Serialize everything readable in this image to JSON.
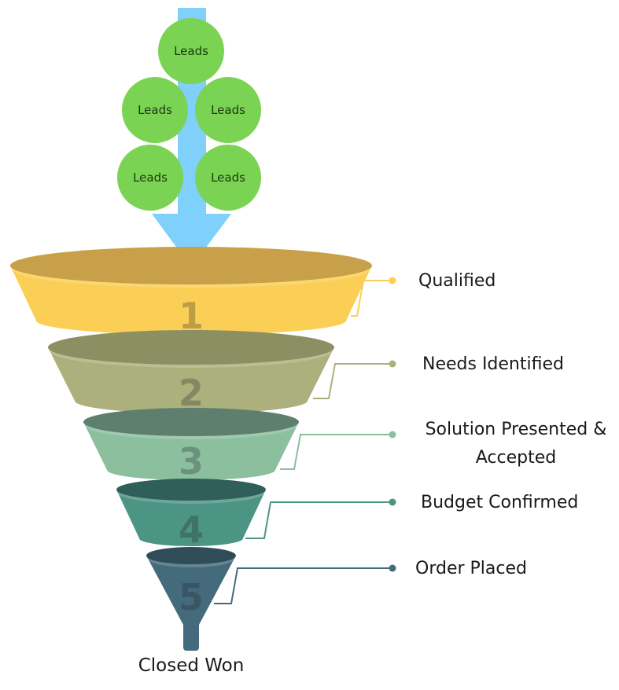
{
  "leads": {
    "label": "Leads",
    "count": 5
  },
  "stages": [
    {
      "number": "1",
      "label_lines": [
        "Qualified"
      ],
      "color": "#FBCF55",
      "color_top": "#C9A04A"
    },
    {
      "number": "2",
      "label_lines": [
        "Needs Identified"
      ],
      "color": "#ABB07C",
      "color_top": "#8C8F62"
    },
    {
      "number": "3",
      "label_lines": [
        "Solution Presented &",
        "Accepted"
      ],
      "color": "#8BBF9E",
      "color_top": "#5F7F6E"
    },
    {
      "number": "4",
      "label_lines": [
        "Budget Confirmed"
      ],
      "color": "#4C9484",
      "color_top": "#2F5F58"
    },
    {
      "number": "5",
      "label_lines": [
        "Order Placed"
      ],
      "color": "#436B7C",
      "color_top": "#2F4C57"
    }
  ],
  "outcome": {
    "label": "Closed Won"
  },
  "colors": {
    "arrow": "#7FD0FA",
    "lead_circle": "#7BD353"
  }
}
